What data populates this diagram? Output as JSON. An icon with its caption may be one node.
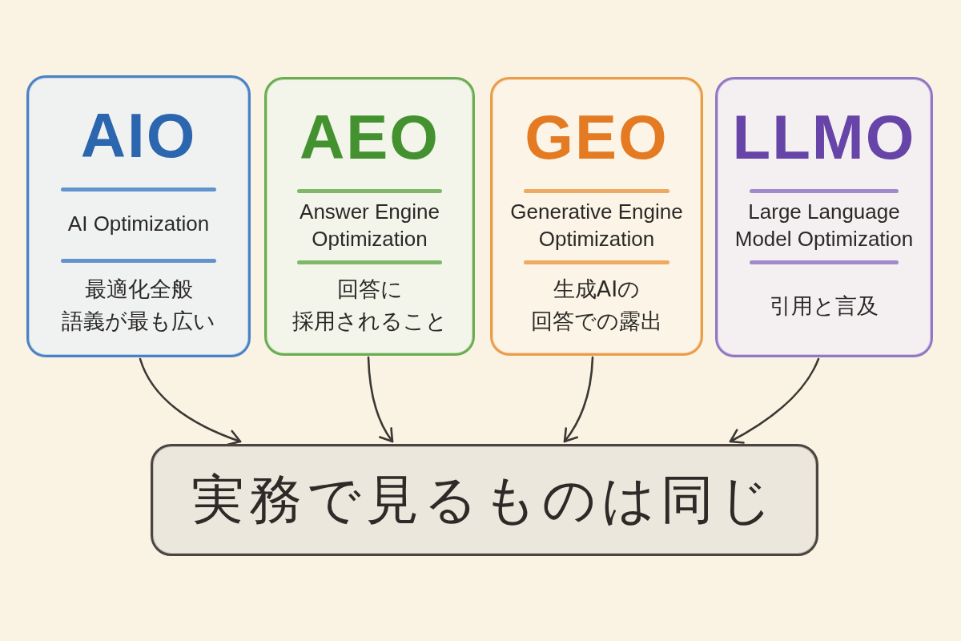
{
  "diagram": {
    "nodes": [
      {
        "text": [
          "AIO",
          "AI Optimization",
          "最適化全般語義が最も広い"
        ]
      },
      {
        "text": [
          "AEO",
          "Answer Engine Optimization",
          "回答に採用されること"
        ]
      },
      {
        "text": [
          "GEO",
          "Generative Engine Optimization",
          "生成AIの回答での露出"
        ]
      },
      {
        "text": [
          "LLMO",
          "Large Language Model Optimization",
          "引用と言及"
        ]
      },
      {
        "text": [
          "実務で見るものは同じ"
        ]
      }
    ],
    "edges": [
      {
        "from": 0,
        "to": 4,
        "arrow": "to"
      },
      {
        "from": 1,
        "to": 4,
        "arrow": "to"
      },
      {
        "from": 2,
        "to": 4,
        "arrow": "to"
      },
      {
        "from": 3,
        "to": 4,
        "arrow": "to"
      }
    ]
  }
}
